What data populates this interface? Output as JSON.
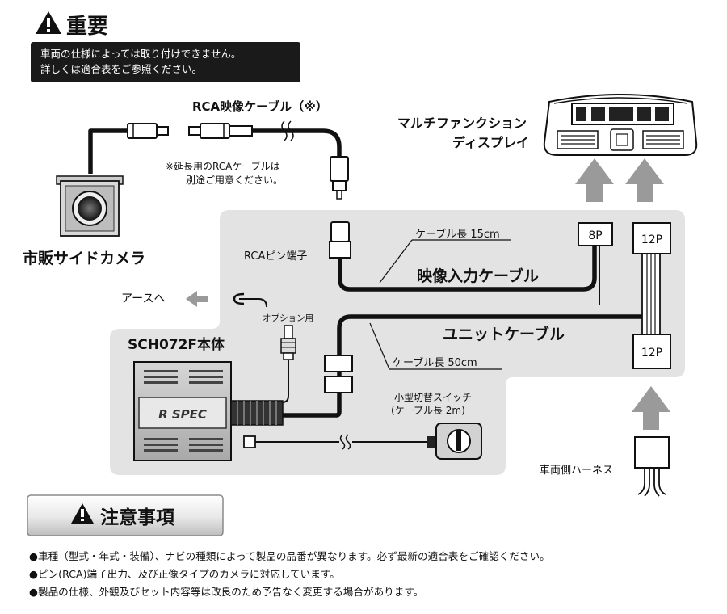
{
  "header": {
    "title": "重要",
    "notice_lines": [
      "車両の仕様によっては取り付けできません。",
      "詳しくは適合表をご参照ください。"
    ]
  },
  "diagram": {
    "rca_cable_title": "RCA映像ケーブル（※）",
    "rca_note_lines": [
      "※延長用のRCAケーブルは",
      "別途ご用意ください。"
    ],
    "camera_label": "市販サイドカメラ",
    "display_label_lines": [
      "マルチファンクション",
      "ディスプレイ"
    ],
    "rca_pin_label": "RCAピン端子",
    "cable_len_15": "ケーブル長 15cm",
    "video_input_cable": "映像入力ケーブル",
    "connector_8p": "8P",
    "connector_12p_top": "12P",
    "connector_12p_bottom": "12P",
    "earth_label": "アースへ",
    "option_label": "オプション用",
    "unit_cable": "ユニットケーブル",
    "unit_name": "SCH072F本体",
    "cable_len_50": "ケーブル長 50cm",
    "switch_label_lines": [
      "小型切替スイッチ",
      "(ケーブル長 2m)"
    ],
    "harness_label": "車両側ハーネス",
    "brand_logo": "R SPEC"
  },
  "cautions": {
    "title": "注意事項",
    "items": [
      "●車種（型式・年式・装備）、ナビの種類によって製品の品番が異なります。必ず最新の適合表をご確認ください。",
      "●ピン(RCA)端子出力、及び正像タイプのカメラに対応しています。",
      "●製品の仕様、外観及びセット内容等は改良のため予告なく変更する場合があります。"
    ]
  },
  "icons": [
    "warning-icon",
    "arrow-up-icon",
    "arrow-left-icon",
    "earth-terminal-icon"
  ],
  "colors": {
    "panel": "#e3e3e3",
    "cable": "#1a1a1a",
    "arrow": "#9a9a9a",
    "notice_bg": "#1a1a1a"
  }
}
